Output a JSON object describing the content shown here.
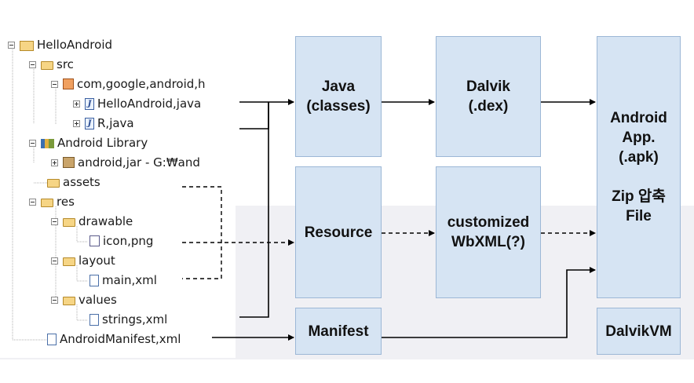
{
  "tree": {
    "items": [
      {
        "label": "HelloAndroid",
        "icon": "project-icon",
        "expander": "minus"
      },
      {
        "label": "src",
        "icon": "source-folder-icon",
        "expander": "minus"
      },
      {
        "label": "com,google,android,h",
        "icon": "package-icon",
        "expander": "minus"
      },
      {
        "label": "HelloAndroid,java",
        "icon": "java-file-icon",
        "expander": "plus"
      },
      {
        "label": "R,java",
        "icon": "java-file-icon",
        "expander": "plus"
      },
      {
        "label": "Android Library",
        "icon": "library-icon",
        "expander": "minus"
      },
      {
        "label": "android,jar - G:₩and",
        "icon": "jar-icon",
        "expander": "plus"
      },
      {
        "label": "assets",
        "icon": "folder-icon",
        "expander": "none"
      },
      {
        "label": "res",
        "icon": "folder-icon",
        "expander": "minus"
      },
      {
        "label": "drawable",
        "icon": "folder-icon",
        "expander": "minus"
      },
      {
        "label": "icon,png",
        "icon": "image-file-icon",
        "expander": "none"
      },
      {
        "label": "layout",
        "icon": "folder-icon",
        "expander": "minus"
      },
      {
        "label": "main,xml",
        "icon": "xml-file-icon",
        "expander": "none"
      },
      {
        "label": "values",
        "icon": "folder-icon",
        "expander": "minus"
      },
      {
        "label": "strings,xml",
        "icon": "xml-file-icon",
        "expander": "none"
      },
      {
        "label": "AndroidManifest,xml",
        "icon": "xml-file-icon",
        "expander": "none"
      }
    ]
  },
  "diagram": {
    "java": "Java\n(classes)",
    "dalvik": "Dalvik\n(.dex)",
    "apk": "Android\nApp.\n(.apk)\n\nZip 압축\nFile",
    "resource": "Resource",
    "wbxml": "customized\nWbXML(?)",
    "manifest": "Manifest",
    "dalvikvm": "DalvikVM"
  },
  "colors": {
    "box_fill": "#d6e4f3",
    "box_border": "#9cb7d6",
    "arrow": "#000000"
  }
}
